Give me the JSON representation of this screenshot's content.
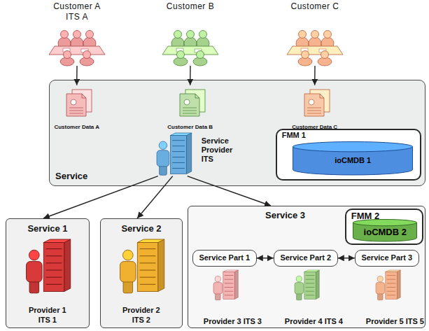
{
  "diagram": {
    "nodes": [
      {
        "text": [
          "Customer A ITS A"
        ]
      },
      {
        "text": [
          "Customer B"
        ]
      },
      {
        "text": [
          "Customer C"
        ]
      },
      {
        "text": [
          "Service"
        ]
      },
      {
        "text": [
          "Customer Data A"
        ],
        "in": 3
      },
      {
        "text": [
          "Customer Data B"
        ],
        "in": 3
      },
      {
        "text": [
          "Customer Data C"
        ],
        "in": 3
      },
      {
        "text": [
          "Service Provider ITS"
        ],
        "in": 3
      },
      {
        "text": [
          "FMM 1"
        ],
        "in": 3
      },
      {
        "text": [
          "ioCMDB 1"
        ],
        "in": 8
      },
      {
        "text": [
          "Service 1"
        ]
      },
      {
        "text": [
          "Provider 1 ITS 1"
        ],
        "in": 10
      },
      {
        "text": [
          "Service 2"
        ]
      },
      {
        "text": [
          "Provider 2 ITS 2"
        ],
        "in": 12
      },
      {
        "text": [
          "Service 3"
        ]
      },
      {
        "text": [
          "FMM 2"
        ],
        "in": 14
      },
      {
        "text": [
          "ioCMDB 2"
        ],
        "in": 15
      },
      {
        "text": [
          "Service Part 1"
        ],
        "in": 14
      },
      {
        "text": [
          "Service Part 2"
        ],
        "in": 14
      },
      {
        "text": [
          "Service Part 3"
        ],
        "in": 14
      },
      {
        "text": [
          "Provider 3 ITS 3"
        ],
        "in": 14
      },
      {
        "text": [
          "Provider 4 ITS 4"
        ],
        "in": 14
      },
      {
        "text": [
          "Provider 5 ITS 5"
        ],
        "in": 14
      }
    ],
    "edges": [
      {
        "from": 0,
        "to": 4,
        "arrow": "to"
      },
      {
        "from": 1,
        "to": 5,
        "arrow": "to"
      },
      {
        "from": 2,
        "to": 6,
        "arrow": "to"
      },
      {
        "from": 7,
        "to": 10,
        "arrow": "to"
      },
      {
        "from": 7,
        "to": 12,
        "arrow": "to"
      },
      {
        "from": 7,
        "to": 14,
        "arrow": "to"
      },
      {
        "from": 17,
        "to": 18,
        "arrow": "both"
      },
      {
        "from": 18,
        "to": 19,
        "arrow": "both"
      }
    ]
  }
}
